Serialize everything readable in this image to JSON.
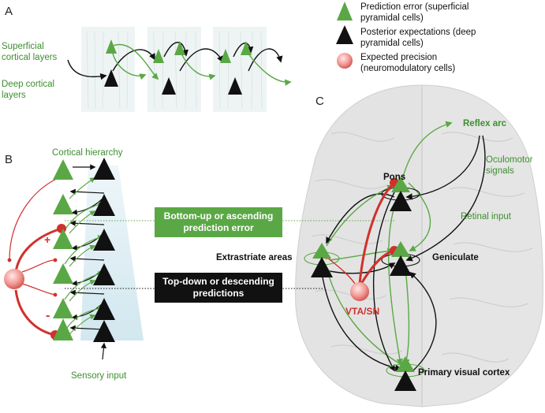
{
  "panels": {
    "a": "A",
    "b": "B",
    "c": "C"
  },
  "legend": {
    "prediction_error": [
      "Prediction error (superficial",
      "pyramidal cells)"
    ],
    "posterior_expectations": [
      "Posterior expectations (deep",
      "pyramidal cells)"
    ],
    "expected_precision": [
      "Expected precision",
      "(neuromodulatory cells)"
    ]
  },
  "panel_a": {
    "superficial": [
      "Superficial",
      "cortical layers"
    ],
    "deep": [
      "Deep cortical",
      "layers"
    ]
  },
  "panel_b": {
    "hierarchy": "Cortical hierarchy",
    "sensory_input": "Sensory input",
    "plus": "+",
    "minus": "-"
  },
  "boxes": {
    "bottom_up": [
      "Bottom-up or ascending",
      "prediction error"
    ],
    "top_down": [
      "Top-down or descending",
      "predictions"
    ]
  },
  "panel_c": {
    "reflex_arc": "Reflex arc",
    "oculomotor": [
      "Oculomotor",
      "signals"
    ],
    "pons": "Pons",
    "retinal_input": "Retinal input",
    "extrastriate": "Extrastriate areas",
    "geniculate": "Geniculate",
    "vta": "VTA/SN",
    "v1": "Primary visual cortex"
  },
  "colors": {
    "green": "#5aa845",
    "green_text": "#3c8f2e",
    "black": "#111111",
    "red": "#d0312d",
    "box_green": "#5aa845",
    "box_black": "#111111"
  }
}
